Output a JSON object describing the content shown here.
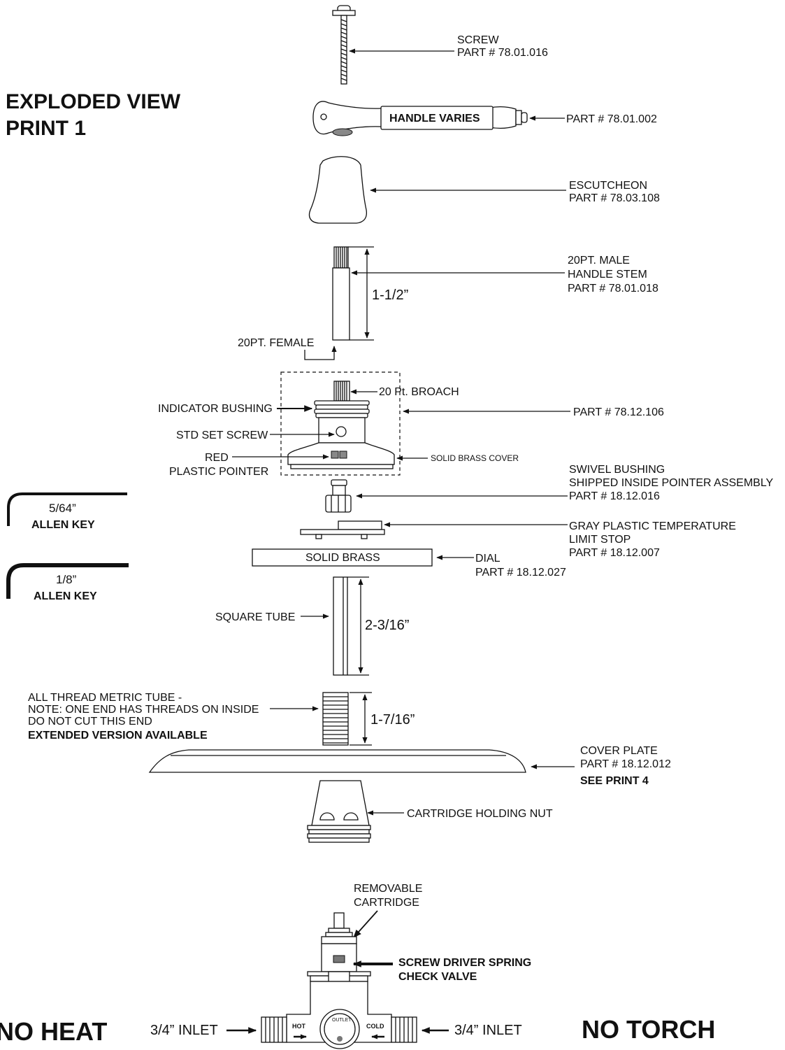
{
  "title": {
    "line1": "EXPLODED VIEW",
    "line2": "PRINT 1"
  },
  "screw": {
    "name": "SCREW",
    "part": "PART # 78.01.016"
  },
  "handle": {
    "inner": "HANDLE VARIES",
    "part": "PART # 78.01.002"
  },
  "escutcheon": {
    "name": "ESCUTCHEON",
    "part": "PART # 78.03.108"
  },
  "stem": {
    "line1": "20PT. MALE",
    "line2": "HANDLE STEM",
    "part": "PART # 78.01.018",
    "female": "20PT. FEMALE",
    "dim": "1-1/2”"
  },
  "assembly": {
    "broach": "20 Pt. BROACH",
    "part": "PART # 78.12.106",
    "bushing": "INDICATOR BUSHING",
    "set_screw": "STD SET SCREW",
    "pointer_1": "RED",
    "pointer_2": "PLASTIC POINTER",
    "cover": "SOLID BRASS COVER"
  },
  "swivel": {
    "line1": "SWIVEL BUSHING",
    "line2": "SHIPPED INSIDE POINTER ASSEMBLY",
    "part": "PART # 18.12.016"
  },
  "key1": {
    "size": "5/64”",
    "name": "ALLEN KEY"
  },
  "key2": {
    "size": "1/8”",
    "name": "ALLEN KEY"
  },
  "limit_stop": {
    "line1": "GRAY PLASTIC TEMPERATURE",
    "line2": "LIMIT STOP",
    "part": "PART # 18.12.007"
  },
  "dial": {
    "inner": "SOLID BRASS",
    "name": "DIAL",
    "part": "PART # 18.12.027"
  },
  "square_tube": {
    "name": "SQUARE TUBE",
    "dim": "2-3/16”"
  },
  "metric_tube": {
    "line1": "ALL THREAD METRIC TUBE -",
    "line2": "NOTE: ONE END HAS THREADS ON INSIDE",
    "line3": "DO NOT CUT THIS END",
    "line4": "EXTENDED VERSION AVAILABLE",
    "dim": "1-7/16”"
  },
  "cover_plate": {
    "name": "COVER PLATE",
    "part": "PART # 18.12.012",
    "see": "SEE PRINT 4"
  },
  "holding_nut": {
    "name": "CARTRIDGE HOLDING NUT"
  },
  "cartridge": {
    "line1": "REMOVABLE",
    "line2": "CARTRIDGE"
  },
  "check_valve": {
    "line1": "SCREW DRIVER SPRING",
    "line2": "CHECK VALVE"
  },
  "valve": {
    "inlet_left": "3/4” INLET",
    "inlet_right": "3/4” INLET",
    "hot": "HOT",
    "cold": "COLD",
    "outlet": "OUTLET"
  },
  "warnings": {
    "left": "NO HEAT",
    "right": "NO TORCH"
  }
}
